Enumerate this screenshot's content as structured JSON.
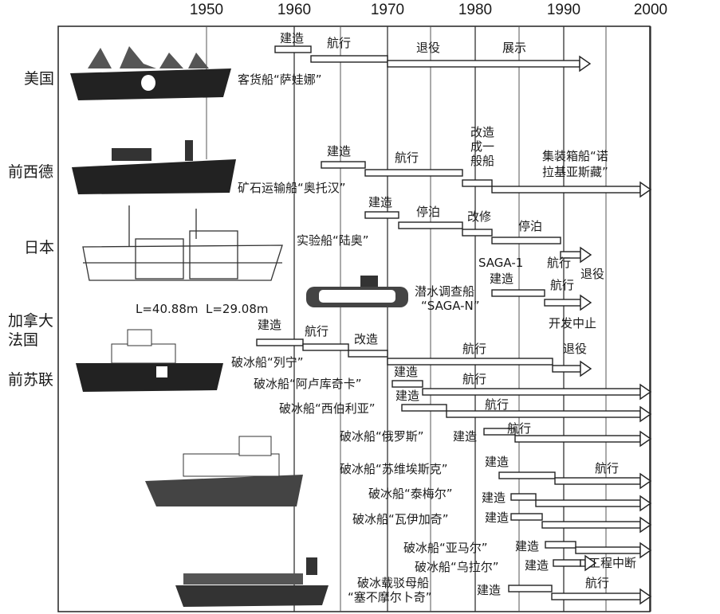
{
  "years": [
    "1950",
    "1960",
    "1970",
    "1980",
    "1990",
    "2000"
  ],
  "countries": [
    "美国",
    "前西德",
    "日本",
    "加拿大",
    "法国",
    "前苏联"
  ],
  "labels": {
    "us_ship": "客货船“萨娃娜”",
    "us_build": "建造",
    "us_sail": "航行",
    "us_retire": "退役",
    "us_display": "展示",
    "de_ship": "矿石运输船“奥托汉”",
    "de_build": "建造",
    "de_sail": "航行",
    "de_convert_1": "改造",
    "de_convert_2": "成一",
    "de_convert_3": "般船",
    "de_container_1": "集装箱船“诺",
    "de_container_2": "拉基亚斯藏”",
    "jp_ship": "实验船“陆奥”",
    "jp_build": "建造",
    "jp_stop1": "停泊",
    "jp_modify": "改修",
    "jp_stop2": "停泊",
    "jp_sail": "航行",
    "jp_retire": "退役",
    "saga1": "SAGA-1",
    "ca_build": "建造",
    "ca_sail": "航行",
    "ca_sub_1": "潜水调查船",
    "ca_sub_2": "“SAGA-N”",
    "ca_stop": "开发中止",
    "dim1": "L=40.88m",
    "dim2": "L=29.08m",
    "su_lenin_build": "建造",
    "su_lenin_sail1": "航行",
    "su_lenin_modify": "改造",
    "su_lenin_sail2": "航行",
    "su_lenin_retire": "退役",
    "su_lenin": "破冰船“列宁”",
    "su_arktika": "破冰船“阿卢库奇卡”",
    "su_arktika_build": "建造",
    "su_arktika_sail": "航行",
    "su_sibir": "破冰船“西伯利亚”",
    "su_sibir_build": "建造",
    "su_sibir_sail": "航行",
    "su_rossiya": "破冰船“俄罗斯”",
    "su_rossiya_build": "建造",
    "su_sovsoyuz": "破冰船“苏维埃斯克”",
    "su_sovsoyuz_build": "建造",
    "su_sovsoyuz_sail": "航行",
    "su_taimyr": "破冰船“泰梅尔”",
    "su_taimyr_build": "建造",
    "su_vaigach": "破冰船“瓦伊加奇”",
    "su_vaigach_build": "建造",
    "su_yamal": "破冰船“亚马尔”",
    "su_yamal_build": "建造",
    "su_ural": "破冰船“乌拉尔”",
    "su_ural_build": "建造",
    "su_ural_stop": "工程中断",
    "su_sevmorput_1": "破冰载驳母船",
    "su_sevmorput_2": "“塞不摩尔卜奇”",
    "su_sevmorput_build": "建造",
    "su_sevmorput_sail": "航行"
  }
}
